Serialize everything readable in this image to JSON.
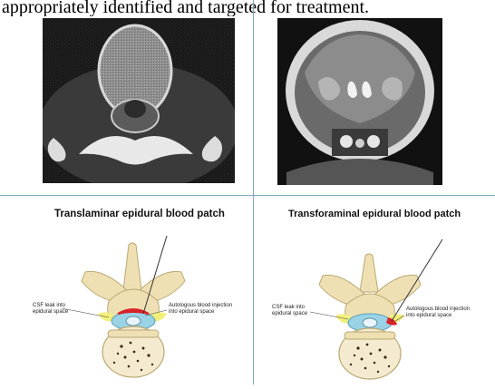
{
  "header": {
    "text": "appropriately identified and targeted for treatment."
  },
  "panels": {
    "ct": {
      "kind": "axial-ct-scan-image"
    },
    "mri": {
      "kind": "coronal-mri-image"
    }
  },
  "diagrams": {
    "left": {
      "title": "Translaminar epidural blood patch",
      "label_left_1": "CSF leak into",
      "label_left_2": "epidural space",
      "label_right_1": "Autologous blood injection",
      "label_right_2": "into epidural space"
    },
    "right": {
      "title": "Transforaminal epidural blood patch",
      "label_left_1": "CSF leak into",
      "label_left_2": "epidural space",
      "label_right_1": "Autologous blood injection",
      "label_right_2": "into epidural space"
    }
  },
  "colors": {
    "divider": "#7fa7bd",
    "bone": "#efe0b4",
    "bone_edge": "#b9a873",
    "csf": "#9ad3e6",
    "leak": "#f2f07a",
    "blood": "#d8232a"
  }
}
